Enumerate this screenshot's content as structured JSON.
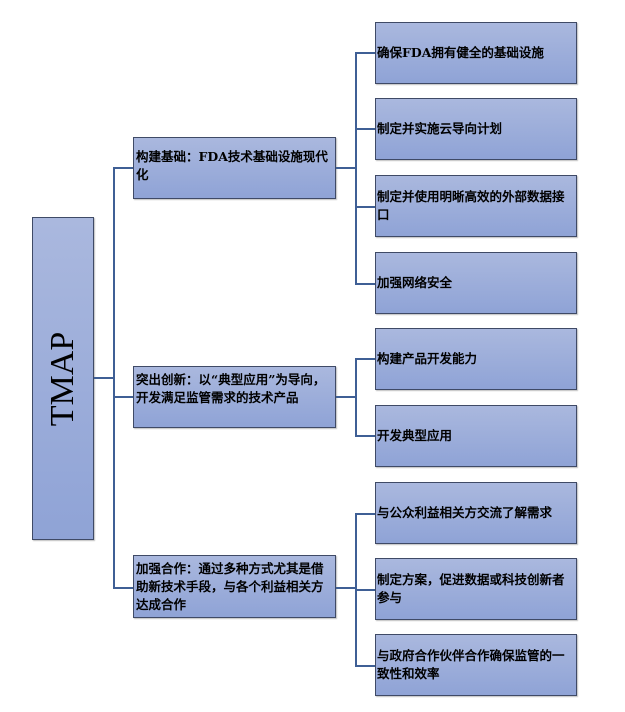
{
  "root": {
    "label": "TMAP"
  },
  "branches": [
    {
      "label": "构建基础：FDA技术基础设施现代化",
      "children": [
        {
          "label": "确保FDA拥有健全的基础设施"
        },
        {
          "label": "制定并实施云导向计划"
        },
        {
          "label": "制定并使用明晰高效的外部数据接口"
        },
        {
          "label": "加强网络安全"
        }
      ]
    },
    {
      "label": "突出创新：以“典型应用”为导向，开发满足监管需求的技术产品",
      "children": [
        {
          "label": "构建产品开发能力"
        },
        {
          "label": "开发典型应用"
        }
      ]
    },
    {
      "label": "加强合作：通过多种方式尤其是借助新技术手段，与各个利益相关方达成合作",
      "children": [
        {
          "label": "与公众利益相关方交流了解需求"
        },
        {
          "label": "制定方案，促进数据或科技创新者参与"
        },
        {
          "label": "与政府合作伙伴合作确保监管的一致性和效率"
        }
      ]
    }
  ],
  "colors": {
    "box_fill_top": "#aab8de",
    "box_fill_bottom": "#8fa3d6",
    "connector": "#3f5f95",
    "border": "#3f4a66"
  }
}
